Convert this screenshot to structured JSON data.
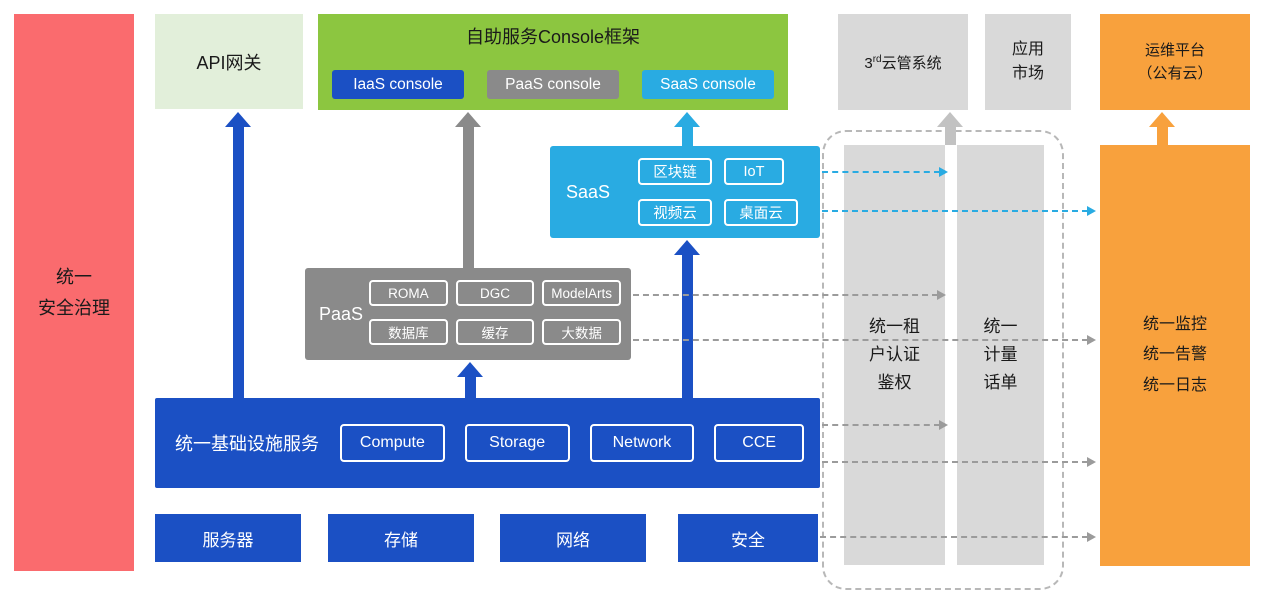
{
  "left_bar": {
    "label": "统一\n安全治理"
  },
  "top": {
    "api_gateway": "API网关",
    "console": {
      "title": "自助服务Console框架",
      "consoles": [
        "IaaS console",
        "PaaS console",
        "SaaS console"
      ]
    },
    "third_party": {
      "base": "3",
      "sup": "rd",
      "rest": "云管系统"
    },
    "app_market": "应用\n市场",
    "om_platform": "运维平台\n（公有云）"
  },
  "saas": {
    "label": "SaaS",
    "items": [
      "区块链",
      "IoT",
      "视频云",
      "桌面云"
    ]
  },
  "paas": {
    "label": "PaaS",
    "items": [
      "ROMA",
      "DGC",
      "ModelArts",
      "数据库",
      "缓存",
      "大数据"
    ]
  },
  "infra": {
    "label": "统一基础设施服务",
    "items": [
      "Compute",
      "Storage",
      "Network",
      "CCE"
    ]
  },
  "hardware": [
    "服务器",
    "存储",
    "网络",
    "安全"
  ],
  "right": {
    "auth_bar": "统一租\n户认证\n鉴权",
    "metering_bar": "统一\n计量\n话单",
    "monitor_bar": "统一监控\n统一告警\n统一日志"
  },
  "colors": {
    "red": "#fa6b6e",
    "light_green": "#e2efda",
    "green": "#8cc640",
    "blue": "#1b50c4",
    "gray": "#8a8a8a",
    "light_gray": "#d9d9d9",
    "cyan": "#29abe2",
    "orange": "#f8a13d"
  }
}
